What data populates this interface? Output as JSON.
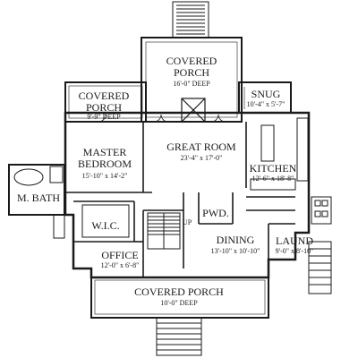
{
  "rooms": {
    "covered_porch_top": {
      "name_line1": "COVERED",
      "name_line2": "PORCH",
      "dims": "16'-0\" DEEP"
    },
    "covered_porch_left": {
      "name_line1": "COVERED",
      "name_line2": "PORCH",
      "dims": "9'-9\" DEEP"
    },
    "snug": {
      "name": "SNUG",
      "dims": "10'-4\" x 5'-7\""
    },
    "great_room": {
      "name": "GREAT ROOM",
      "dims": "23'-4\" x 17'-0\""
    },
    "master_bedroom": {
      "name_line1": "MASTER",
      "name_line2": "BEDROOM",
      "dims": "15'-10\" x 14'-2\""
    },
    "kitchen": {
      "name": "KITCHEN",
      "dims": "12'-6\" x 18'-8\""
    },
    "m_bath": {
      "name": "M. BATH"
    },
    "wic": {
      "name": "W.I.C."
    },
    "pwd": {
      "name": "PWD."
    },
    "dining": {
      "name": "DINING",
      "dims": "13'-10\" x 10'-10\""
    },
    "laund": {
      "name": "LAUND",
      "dims": "9'-0\" x 8'-10\""
    },
    "office": {
      "name": "OFFICE",
      "dims": "12'-0\" x 6'-8\""
    },
    "covered_porch_bottom": {
      "name": "COVERED PORCH",
      "dims": "10'-0\" DEEP"
    }
  },
  "stair_label": "UP"
}
